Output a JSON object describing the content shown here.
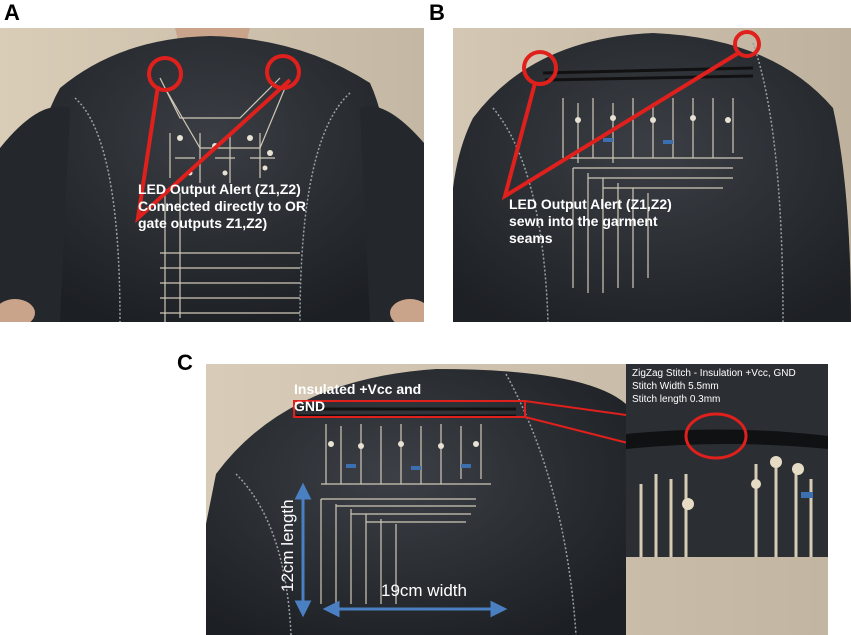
{
  "panels": {
    "a": {
      "letter": "A",
      "caption": [
        "LED Output Alert (Z1,Z2)",
        "Connected directly to OR",
        "gate outputs Z1,Z2)"
      ]
    },
    "b": {
      "letter": "B",
      "caption": [
        "LED Output Alert (Z1,Z2)",
        "sewn into the garment",
        "seams"
      ]
    },
    "c": {
      "letter": "C",
      "insulated_label": [
        "Insulated +Vcc and",
        "GND"
      ],
      "inset_text": [
        "ZigZag Stitch  - Insulation +Vcc, GND",
        "Stitch Width 5.5mm",
        " Stitch  length 0.3mm"
      ],
      "length_label": "12cm length",
      "width_label": "19cm width"
    }
  },
  "colors": {
    "highlight_red": "#e0201c",
    "measure_blue": "#4a7fc1",
    "garment": "#2a2e33",
    "wall": "#cfc3b0"
  }
}
